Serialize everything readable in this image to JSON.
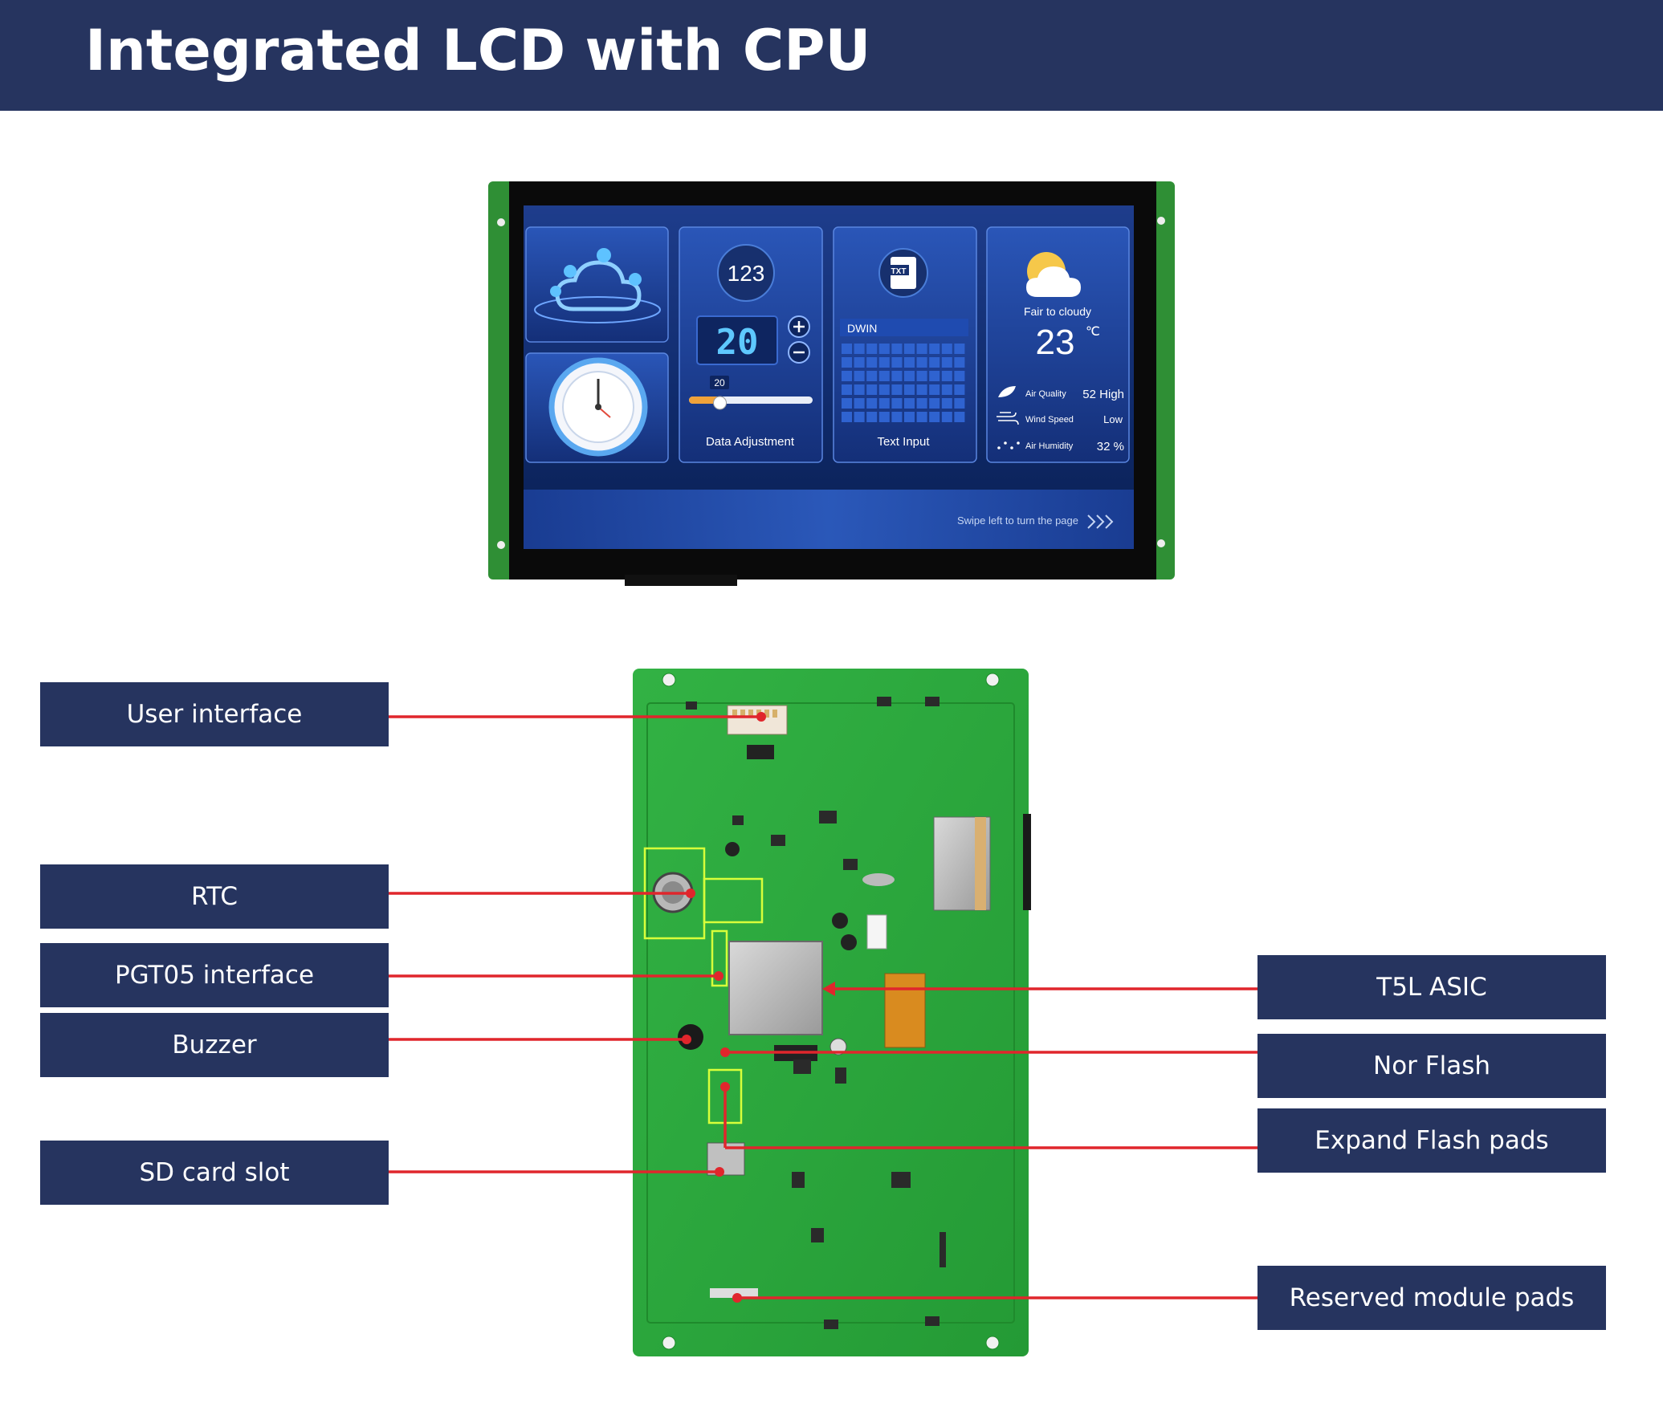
{
  "header": {
    "title": "Integrated LCD with CPU"
  },
  "screen": {
    "number_icon": "123",
    "counter_value": "20",
    "slider_value": "20",
    "slider_level": 0.25,
    "data_adjustment_label": "Data Adjustment",
    "txt_icon": "TXT",
    "keyboard_title": "DWIN",
    "text_input_label": "Text Input",
    "weather_condition": "Fair to cloudy",
    "temperature": "23",
    "temperature_unit": "℃",
    "air_quality_label": "Air Quality",
    "air_quality_value": "52 High",
    "wind_speed_label": "Wind Speed",
    "wind_speed_value": "Low",
    "air_humidity_label": "Air Humidity",
    "air_humidity_value": "32 %",
    "swipe_hint": "Swipe left to turn the page",
    "icons": [
      "weather-cloud-icon",
      "clock-icon",
      "txt-file-icon",
      "sun-cloud-icon",
      "leaf-icon",
      "wind-icon",
      "humidity-icon",
      "plus-icon",
      "minus-icon",
      "chevron-right-icon"
    ]
  },
  "callouts": {
    "left": [
      "User interface",
      "RTC",
      "PGT05 interface",
      "Buzzer",
      "SD card slot"
    ],
    "right": [
      "T5L ASIC",
      "Nor Flash",
      "Expand Flash pads",
      "Reserved module pads"
    ]
  },
  "colors": {
    "header_bg": "#26345f",
    "callout_bg": "#26345f",
    "leader_line": "#e0262c",
    "pcb_green": "#2aa53a",
    "highlight_box": "#d8ff3a"
  }
}
